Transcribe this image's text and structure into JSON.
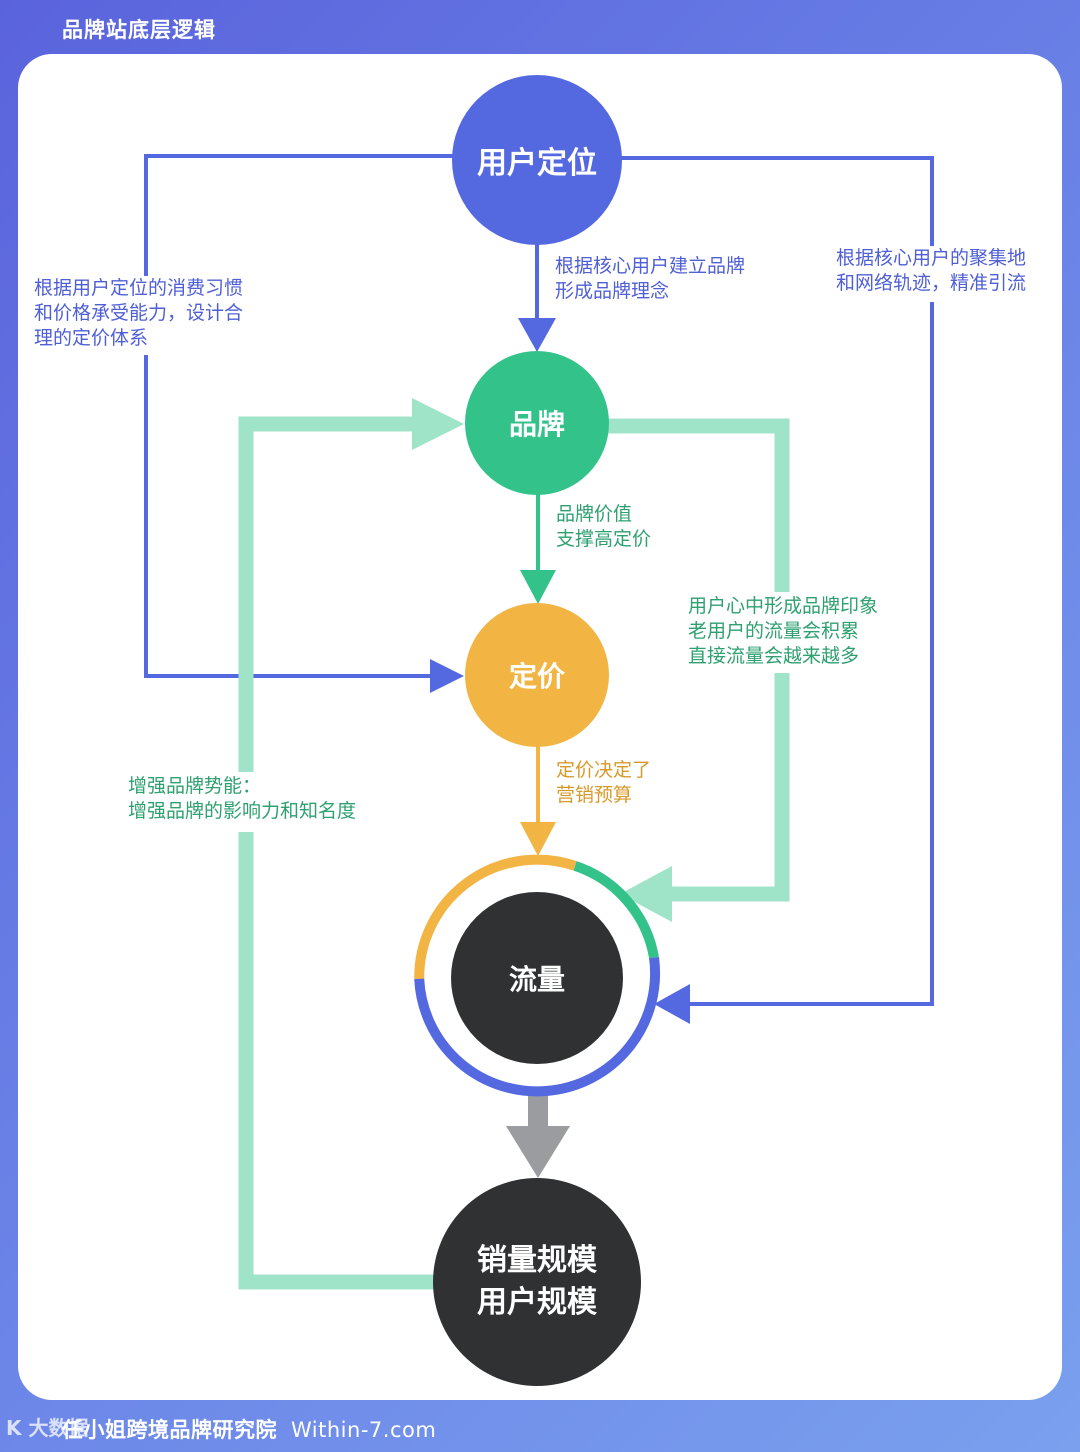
{
  "header": {
    "title": "品牌站底层逻辑"
  },
  "nodes": {
    "user_positioning": "用户定位",
    "brand": "品牌",
    "pricing": "定价",
    "traffic": "流量",
    "scale_line1": "销量规模",
    "scale_line2": "用户规模"
  },
  "labels": {
    "top_down": [
      "根据核心用户建立品牌",
      "形成品牌理念"
    ],
    "left_pricing": [
      "根据用户定位的消费习惯",
      "和价格承受能力，设计合",
      "理的定价体系"
    ],
    "right_traffic": [
      "根据核心用户的聚集地",
      "和网络轨迹，精准引流"
    ],
    "brand_value": [
      "品牌价值",
      "支撑高定价"
    ],
    "brand_impression": [
      "用户心中形成品牌印象",
      "老用户的流量会积累",
      "直接流量会越来越多"
    ],
    "pricing_budget": [
      "定价决定了",
      "营销预算"
    ],
    "brand_momentum": [
      "增强品牌势能：",
      "增强品牌的影响力和知名度"
    ]
  },
  "colors": {
    "blue": "#5468e0",
    "green": "#33c28a",
    "light_green": "#9fe3c8",
    "orange": "#f2b443",
    "dark": "#2f3133",
    "gray": "#9a9c9f"
  },
  "footer": {
    "org": "任小姐跨境品牌研究院",
    "domain": "Within-7.com",
    "watermark": "K 大数据"
  }
}
